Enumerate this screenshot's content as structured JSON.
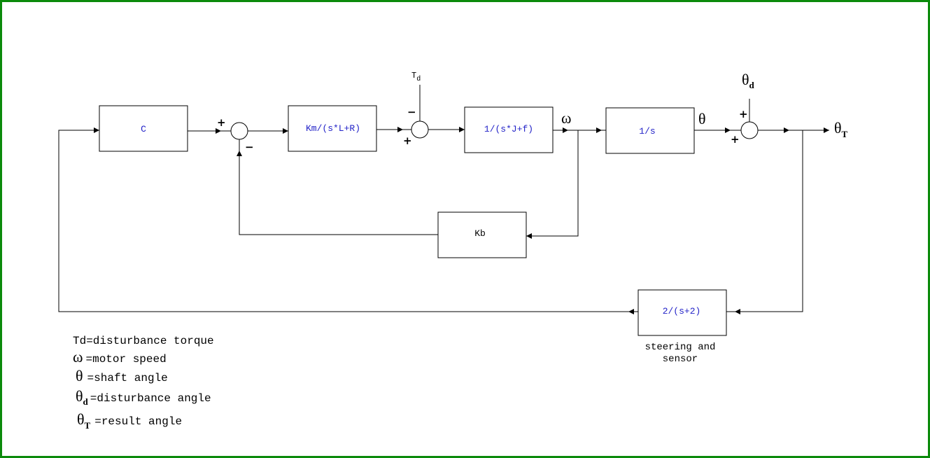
{
  "blocks": {
    "c": "C",
    "motor": "Km/(s*L+R)",
    "mech": "1/(s*J+f)",
    "integrator": "1/s",
    "back_emf": "Kb",
    "sensor": "2/(s+2)"
  },
  "sensor_caption": [
    "steering and",
    "sensor"
  ],
  "signals": {
    "omega": "ω",
    "theta": "θ",
    "theta_d": "θ",
    "theta_d_sub": "d",
    "theta_T": "θ",
    "theta_T_sub": "T",
    "td": "T",
    "td_sub": "d"
  },
  "signs": {
    "sum1_top": "+",
    "sum1_bottom": "−",
    "sum2_top": "−",
    "sum2_bottom": "+",
    "sum3_top": "+",
    "sum3_bottom": "+"
  },
  "legend": [
    {
      "symbol": "",
      "sub": "",
      "text": "Td=disturbance torque"
    },
    {
      "symbol": "ω",
      "sub": "",
      "text": "=motor speed"
    },
    {
      "symbol": "θ",
      "sub": "",
      "text": "=shaft angle"
    },
    {
      "symbol": "θ",
      "sub": "d",
      "text": "=disturbance angle"
    },
    {
      "symbol": "θ",
      "sub": "T",
      "text": "=result angle"
    }
  ],
  "colors": {
    "border": "#0b8a0b",
    "block_text": "#2323c8"
  }
}
